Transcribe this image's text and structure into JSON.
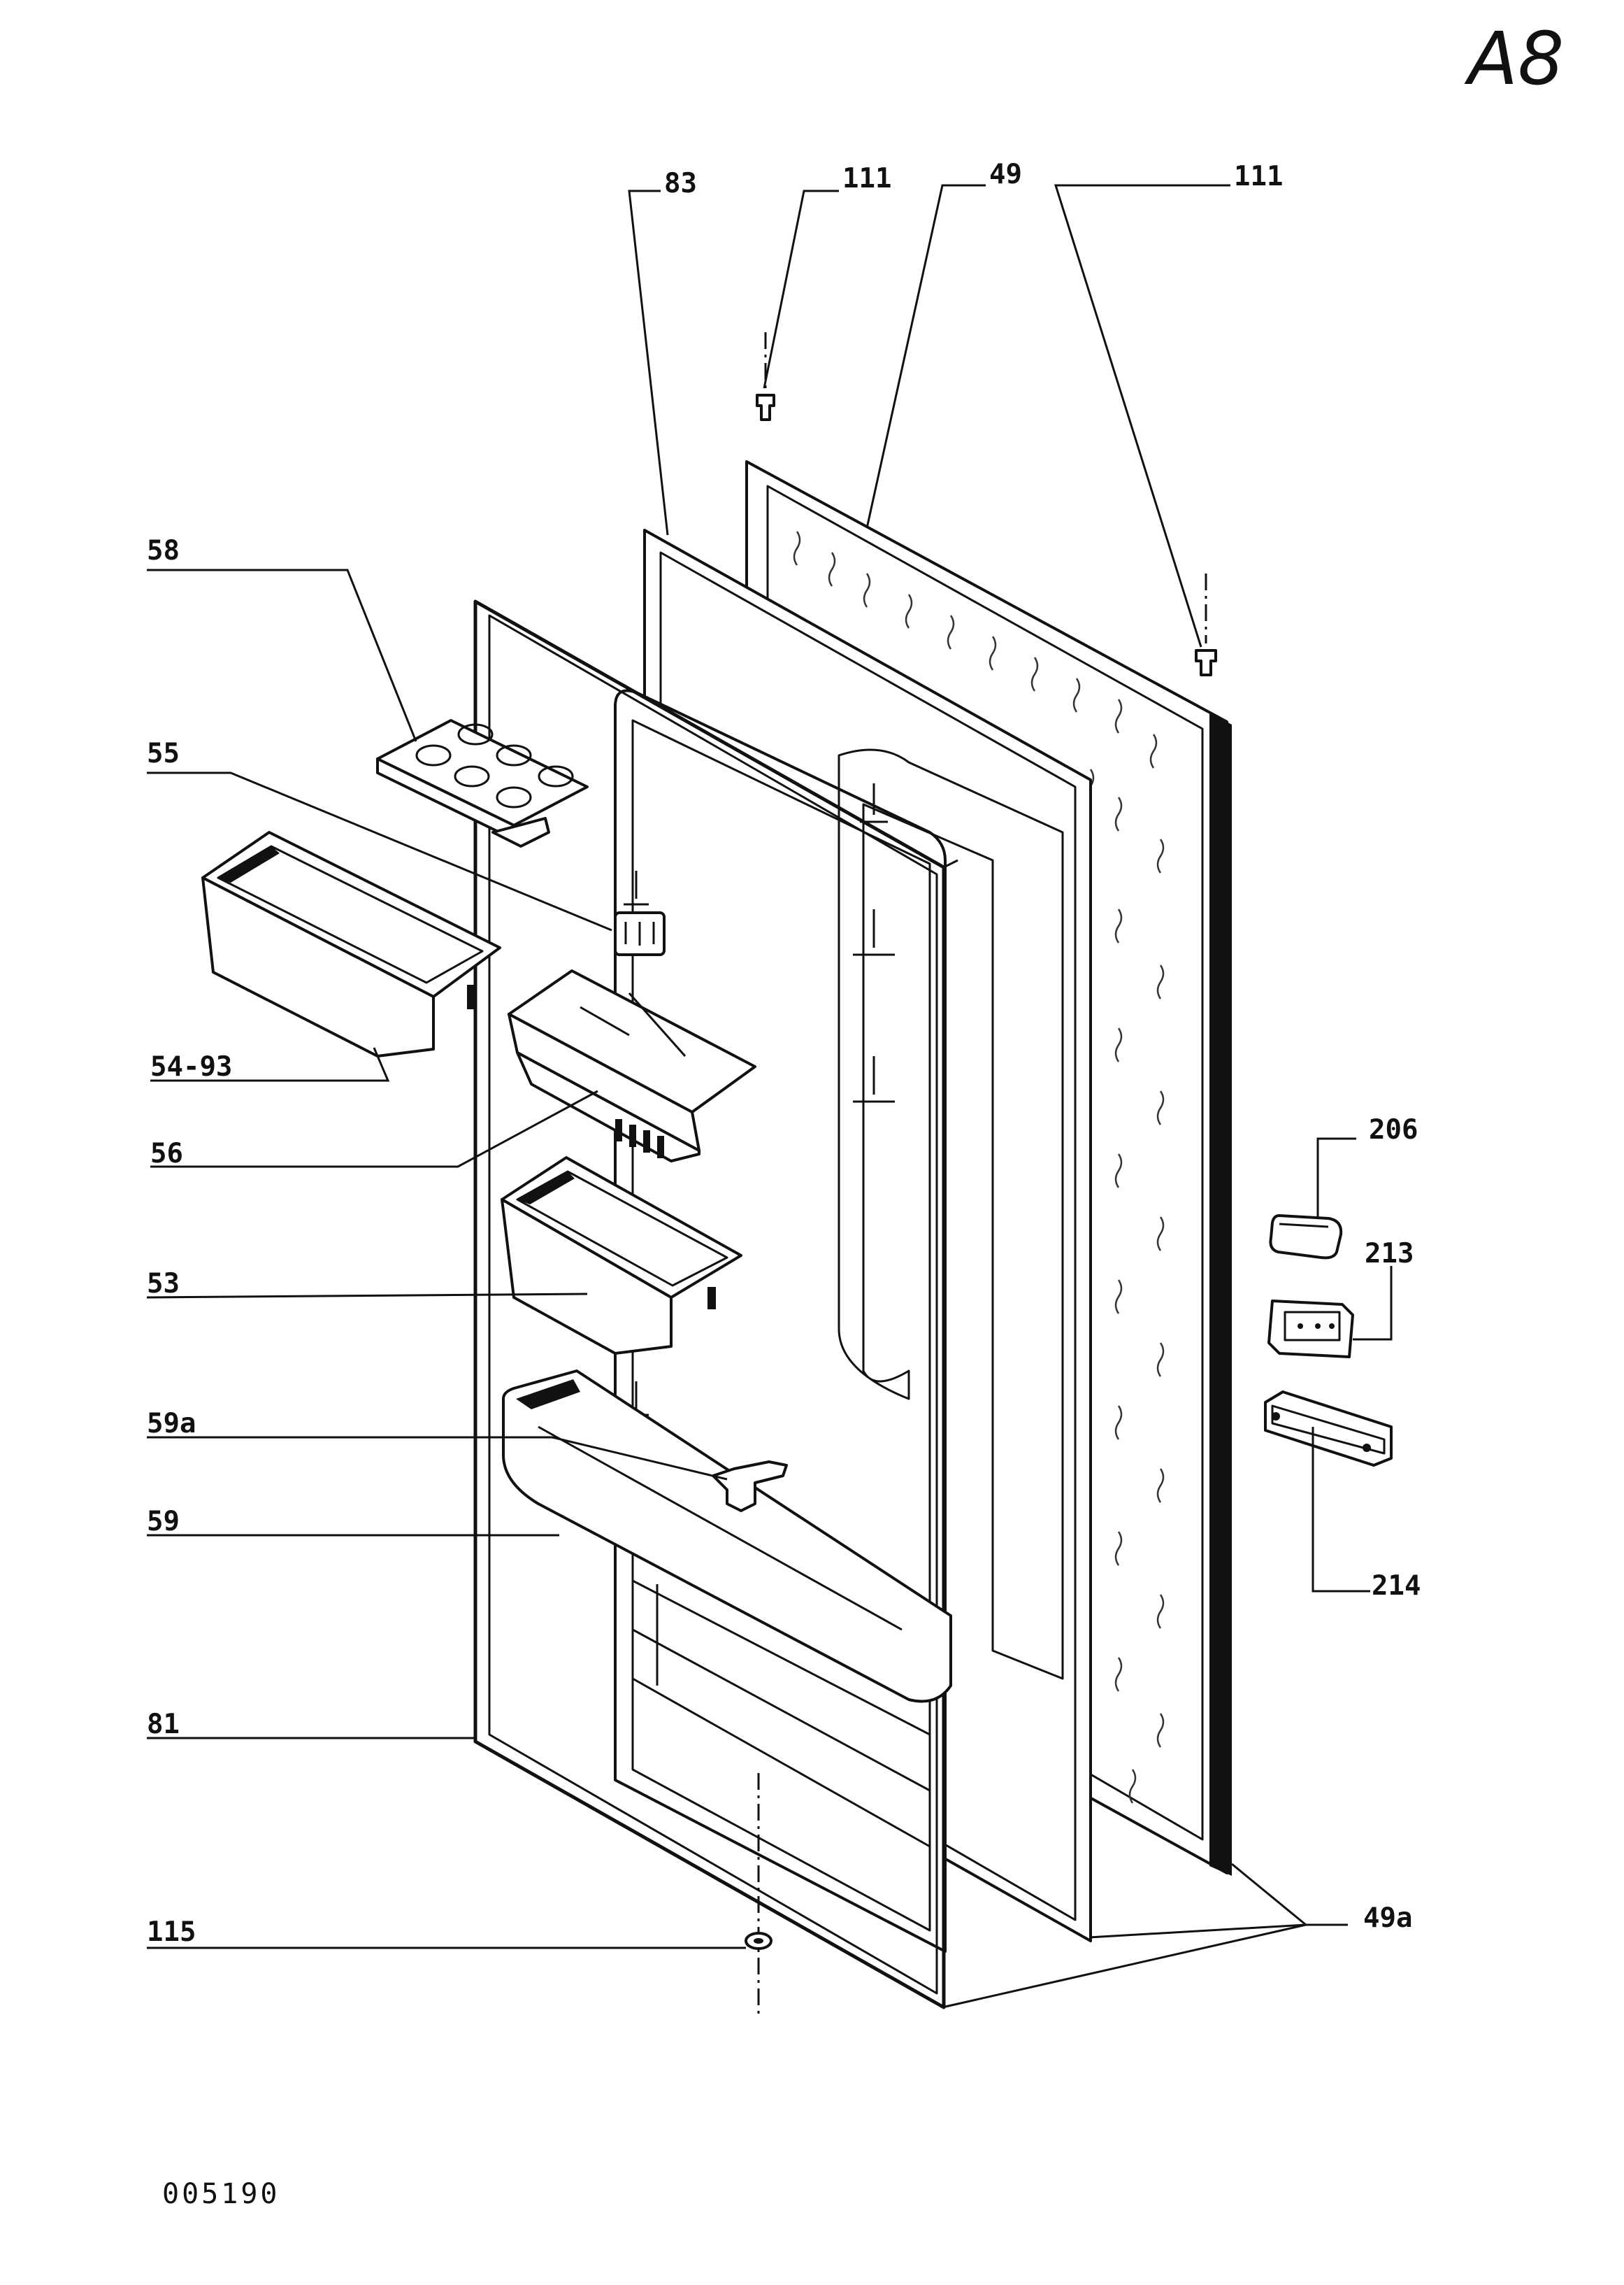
{
  "sheet_id": "A8",
  "drawing_number": "005190",
  "callouts": {
    "c83": "83",
    "c111_top": "111",
    "c49": "49",
    "c111_right": "111",
    "c58": "58",
    "c55": "55",
    "c54_93": "54-93",
    "c56": "56",
    "c53": "53",
    "c59a": "59a",
    "c59": "59",
    "c81": "81",
    "c115": "115",
    "c206": "206",
    "c213": "213",
    "c214": "214",
    "c49a": "49a"
  }
}
